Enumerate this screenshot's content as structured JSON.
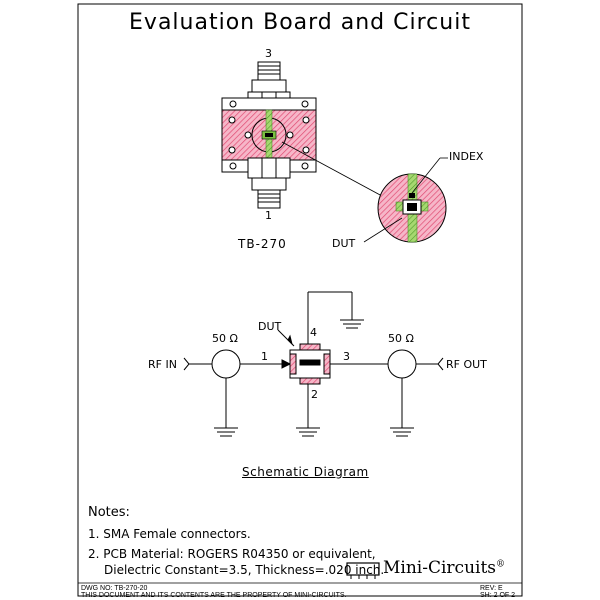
{
  "title": "Evaluation Board and Circuit",
  "board": {
    "caption": "TB-270",
    "port_top": "3",
    "port_bottom": "1",
    "index_label": "INDEX",
    "dut_label": "DUT"
  },
  "schematic": {
    "caption": "Schematic Diagram",
    "rf_in": "RF  IN",
    "rf_out": "RF  OUT",
    "ohm_left": "50 Ω",
    "ohm_right": "50 Ω",
    "dut_label": "DUT",
    "pin1": "1",
    "pin2": "2",
    "pin3": "3",
    "pin4": "4"
  },
  "notes": {
    "heading": "Notes:",
    "items": [
      "1.  SMA  Female  connectors.",
      "2.  PCB  Material:  ROGERS  R04350  or  equivalent,"
    ],
    "item2_cont": "Dielectric  Constant=3.5,  Thickness=.020  inch."
  },
  "title_block": {
    "dwg_no": "DWG NO: TB-270-20",
    "property": "THIS DOCUMENT AND ITS CONTENTS ARE THE PROPERTY OF MINI-CIRCUITS.",
    "rev": "REV: E",
    "sheet": "SH: 2  OF  2",
    "brand": "Mini-Circuits",
    "reg": "®"
  },
  "colors": {
    "board_pink": "#f2a0b8",
    "board_hatch": "#e0406a",
    "trace_green": "#7bc142",
    "line": "#000000"
  }
}
